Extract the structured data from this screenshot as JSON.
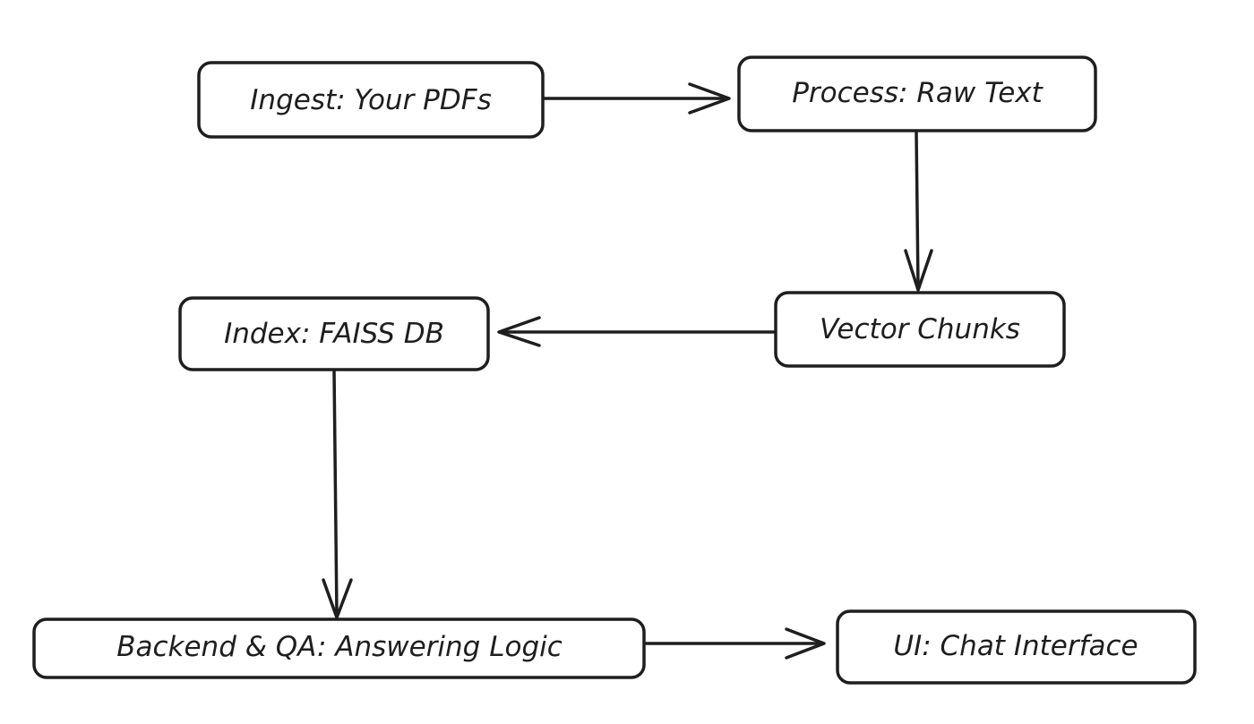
{
  "diagram": {
    "nodes": [
      {
        "id": "ingest",
        "label": "Ingest: Your PDFs"
      },
      {
        "id": "process",
        "label": "Process: Raw Text"
      },
      {
        "id": "vector",
        "label": "Vector Chunks"
      },
      {
        "id": "index",
        "label": "Index: FAISS DB"
      },
      {
        "id": "backend",
        "label": "Backend & QA: Answering Logic"
      },
      {
        "id": "ui",
        "label": "UI: Chat Interface"
      }
    ],
    "edges": [
      {
        "from": "ingest",
        "to": "process"
      },
      {
        "from": "process",
        "to": "vector"
      },
      {
        "from": "vector",
        "to": "index"
      },
      {
        "from": "index",
        "to": "backend"
      },
      {
        "from": "backend",
        "to": "ui"
      }
    ],
    "colors": {
      "stroke": "#1e1e1e",
      "fill": "#ffffff",
      "background": "#ffffff"
    }
  }
}
